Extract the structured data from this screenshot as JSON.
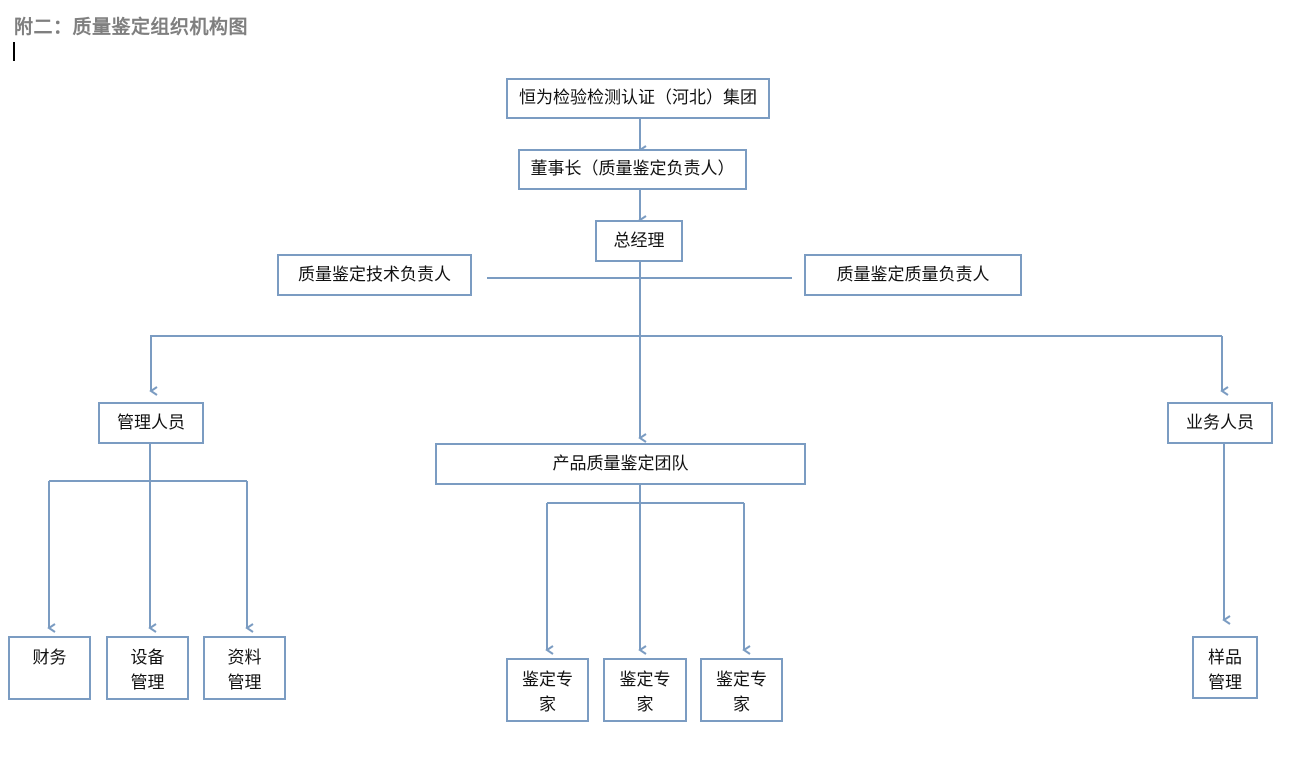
{
  "page": {
    "title": "附二：质量鉴定组织机构图"
  },
  "org_chart": {
    "group": "恒为检验检测认证（河北）集团",
    "chairman": "董事长（质量鉴定负责人）",
    "general_manager": "总经理",
    "tech_lead": "质量鉴定技术负责人",
    "quality_lead": "质量鉴定质量负责人",
    "management_staff": "管理人员",
    "quality_team": "产品质量鉴定团队",
    "business_staff": "业务人员",
    "finance": "财务",
    "equipment_mgmt": "设备管理",
    "records_mgmt": "资料管理",
    "expert_1": "鉴定专家",
    "expert_2": "鉴定专家",
    "expert_3": "鉴定专家",
    "sample_mgmt": "样品管理"
  },
  "colors": {
    "line": "#7b9cc2",
    "title": "#7f7f7f"
  }
}
